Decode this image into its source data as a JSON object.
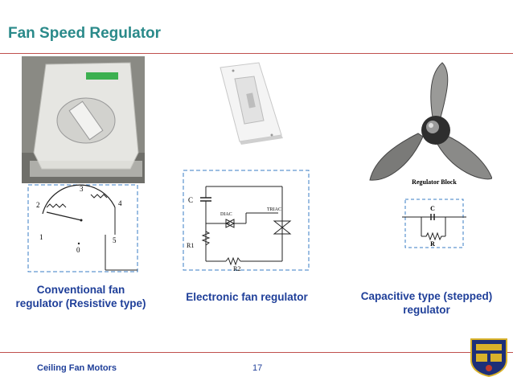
{
  "title": "Fan Speed Regulator",
  "captions": {
    "conventional": "Conventional fan regulator (Resistive type)",
    "electronic": "Electronic fan regulator",
    "capacitive": "Capacitive type (stepped) regulator"
  },
  "conventional_diagram_labels": [
    "3",
    "2",
    "4",
    "1",
    "5",
    "0"
  ],
  "electronic_diagram_labels": [
    "C",
    "DIAC",
    "TRIAC",
    "R1",
    "R2"
  ],
  "capacitive_diagram": {
    "heading": "Regulator Block",
    "labels": [
      "C",
      "R"
    ]
  },
  "footer": {
    "text": "Ceiling Fan Motors",
    "page": "17"
  },
  "colors": {
    "title": "#2a8a8a",
    "rule": "#c0504d",
    "caption": "#1f3f99"
  }
}
